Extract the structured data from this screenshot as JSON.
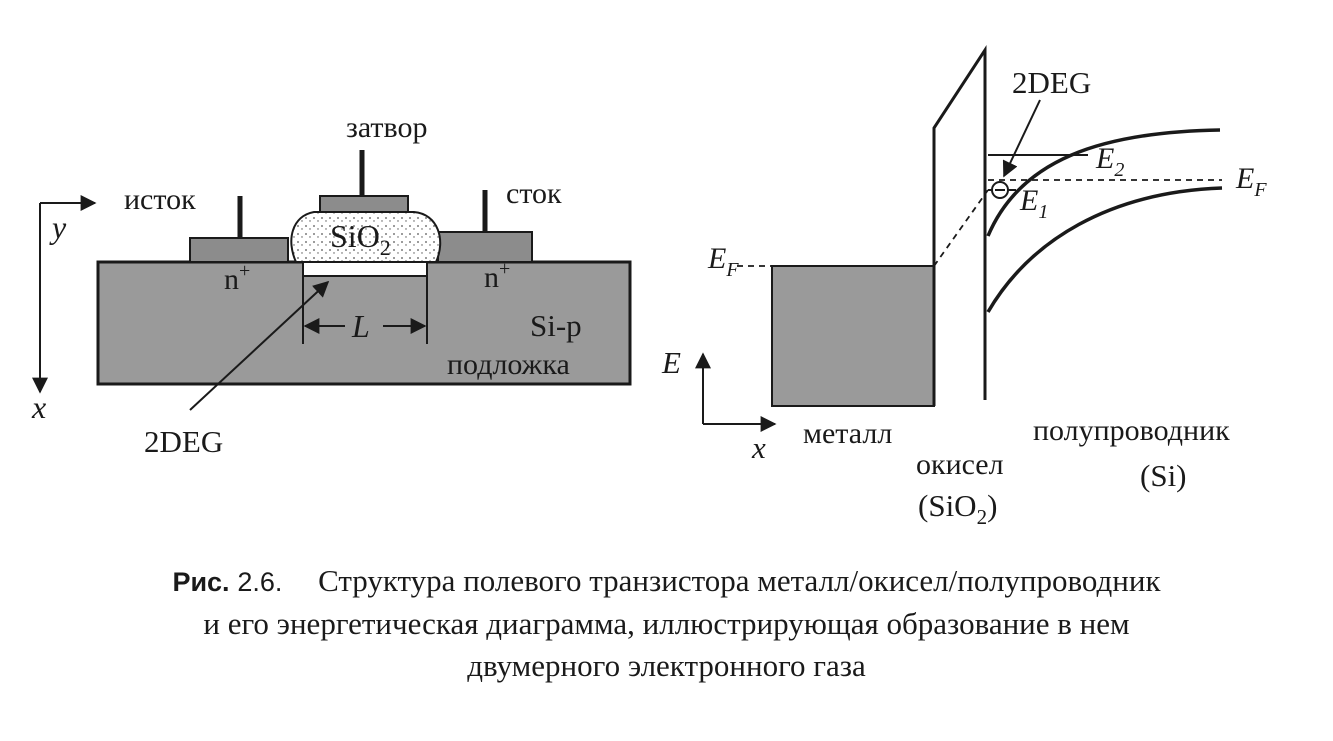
{
  "left": {
    "gate": "затвор",
    "source": "исток",
    "drain": "сток",
    "oxide_main": "SiO",
    "oxide_sub": "2",
    "n_left": "n",
    "n_right": "n",
    "n_sup": "+",
    "axis_y": "y",
    "axis_x": "x",
    "length": "L",
    "substrate_type": "Si-p",
    "substrate": "подложка",
    "deg": "2DEG"
  },
  "right": {
    "deg": "2DEG",
    "ef_left": "E",
    "ef_right": "E",
    "ef_sub": "F",
    "e2": "E",
    "e2_sub": "2",
    "e1": "E",
    "e1_sub": "1",
    "axis_e": "E",
    "axis_x": "x",
    "metal": "металл",
    "oxide": "окисел",
    "oxide_paren_main": "(SiO",
    "oxide_paren_sub": "2",
    "oxide_paren_end": ")",
    "semiconductor": "полупроводник",
    "semiconductor_paren": "(Si)"
  },
  "caption": {
    "label": "Рис.",
    "number": "2.6.",
    "line1": "Структура полевого транзистора металл/окисел/полупроводник",
    "line2": "и его энергетическая диаграмма, иллюстрирующая образование в нем",
    "line3": "двумерного электронного газа"
  },
  "colors": {
    "fill_gray": "#9a9a9a",
    "contact_gray": "#8c8c8c",
    "ink": "#1a1a1a"
  }
}
